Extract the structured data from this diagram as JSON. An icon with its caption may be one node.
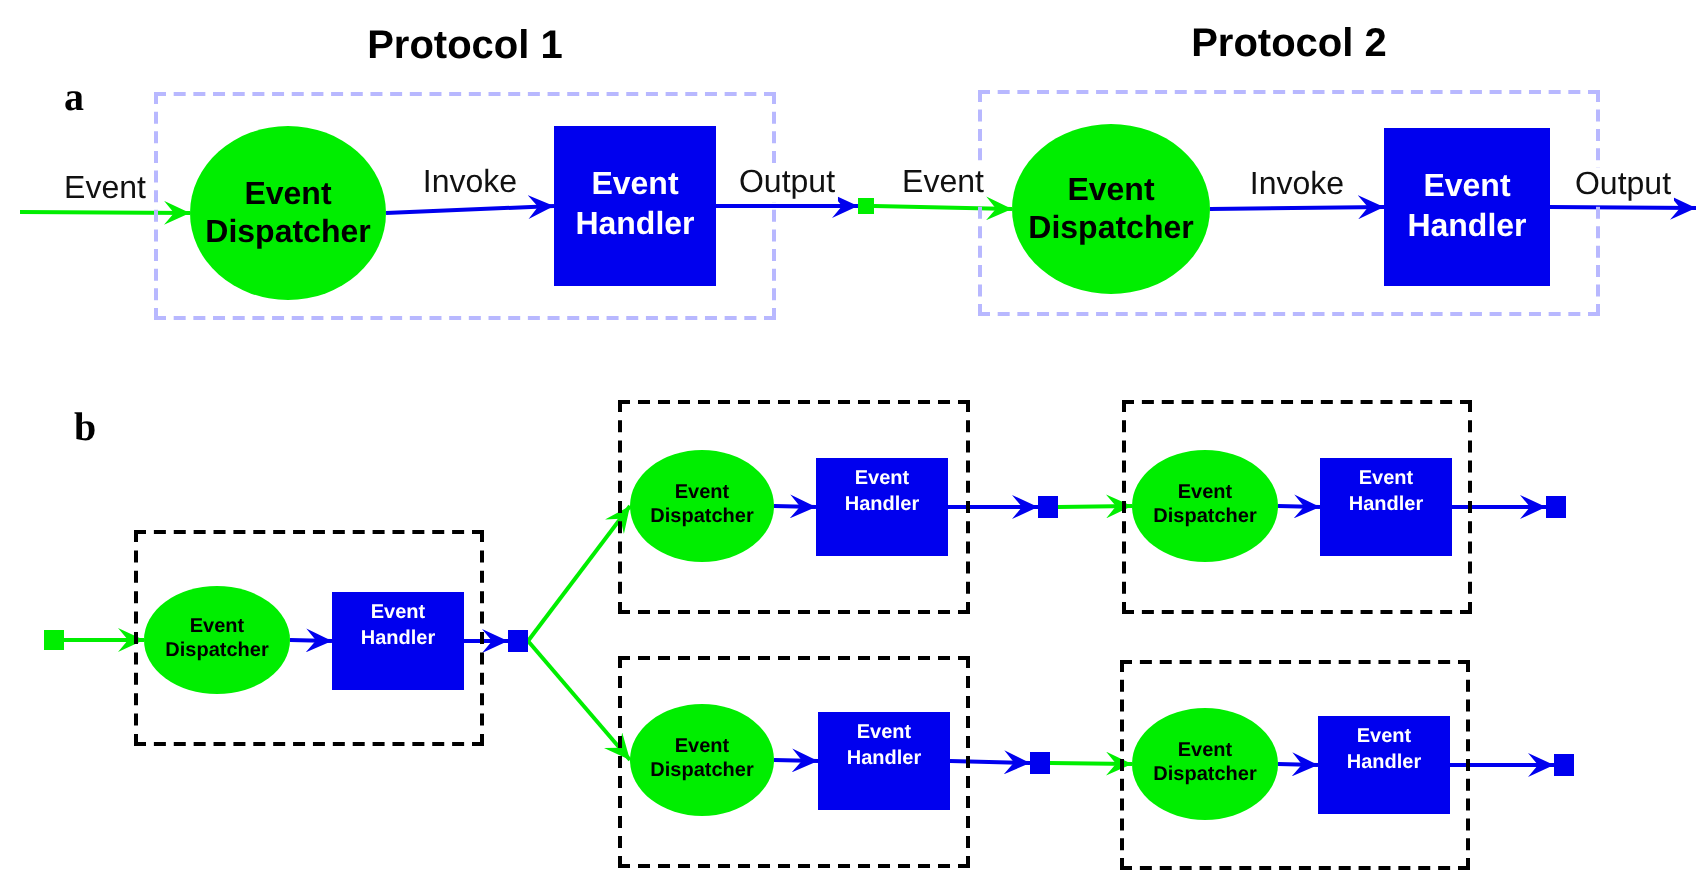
{
  "diagram": {
    "nodes": [
      {
        "text": [
          "Protocol 1"
        ]
      },
      {
        "text": [
          "Event Dispatcher"
        ],
        "in": 0
      },
      {
        "text": [
          "Event Handler"
        ],
        "in": 0
      },
      {
        "text": [],
        "shape": "box"
      },
      {
        "text": [
          "Protocol 2"
        ]
      },
      {
        "text": [
          "Event Dispatcher"
        ],
        "in": 4
      },
      {
        "text": [
          "Event Handler"
        ],
        "in": 4
      },
      {
        "text": [],
        "shape": "box"
      },
      {
        "text": [],
        "shape": "box"
      },
      {
        "text": [
          "Event Dispatcher"
        ],
        "in": 8
      },
      {
        "text": [
          "Event Handler"
        ],
        "in": 8
      },
      {
        "text": [],
        "shape": "box"
      },
      {
        "text": [],
        "shape": "box"
      },
      {
        "text": [
          "Event Dispatcher"
        ],
        "in": 12
      },
      {
        "text": [
          "Event Handler"
        ],
        "in": 12
      },
      {
        "text": [],
        "shape": "box"
      },
      {
        "text": [],
        "shape": "box"
      },
      {
        "text": [
          "Event Dispatcher"
        ],
        "in": 16
      },
      {
        "text": [
          "Event Handler"
        ],
        "in": 16
      },
      {
        "text": [],
        "shape": "box"
      },
      {
        "text": [],
        "shape": "box"
      },
      {
        "text": [
          "Event Dispatcher"
        ],
        "in": 20
      },
      {
        "text": [
          "Event Handler"
        ],
        "in": 20
      },
      {
        "text": [],
        "shape": "box"
      },
      {
        "text": [],
        "shape": "box"
      },
      {
        "text": [
          "Event Dispatcher"
        ],
        "in": 24
      },
      {
        "text": [
          "Event Handler"
        ],
        "in": 24
      },
      {
        "text": [],
        "shape": "box"
      }
    ],
    "edges": [
      {
        "from": null,
        "to": 1,
        "arrow": "to",
        "label": "Event",
        "color": "#00ee00"
      },
      {
        "from": 1,
        "to": 2,
        "arrow": "to",
        "label": "Invoke"
      },
      {
        "from": 2,
        "to": 3,
        "arrow": "to",
        "label": "Output"
      },
      {
        "from": 3,
        "to": 5,
        "arrow": "to",
        "label": "Event",
        "color": "#00ee00"
      },
      {
        "from": 5,
        "to": 6,
        "arrow": "to",
        "label": "Invoke"
      },
      {
        "from": 6,
        "to": null,
        "arrow": "to",
        "label": "Output"
      },
      {
        "from": 7,
        "to": 9,
        "arrow": "to",
        "color": "#00ee00"
      },
      {
        "from": 9,
        "to": 10,
        "arrow": "to"
      },
      {
        "from": 10,
        "to": 11,
        "arrow": "to"
      },
      {
        "from": 11,
        "to": 13,
        "arrow": "to",
        "color": "#00ee00"
      },
      {
        "from": 11,
        "to": 21,
        "arrow": "to",
        "color": "#00ee00"
      },
      {
        "from": 13,
        "to": 14,
        "arrow": "to"
      },
      {
        "from": 14,
        "to": 15,
        "arrow": "to"
      },
      {
        "from": 15,
        "to": 17,
        "arrow": "to",
        "color": "#00ee00"
      },
      {
        "from": 17,
        "to": 18,
        "arrow": "to"
      },
      {
        "from": 18,
        "to": 19,
        "arrow": "to"
      },
      {
        "from": 21,
        "to": 22,
        "arrow": "to"
      },
      {
        "from": 22,
        "to": 23,
        "arrow": "to"
      },
      {
        "from": 23,
        "to": 25,
        "arrow": "to",
        "color": "#00ee00"
      },
      {
        "from": 25,
        "to": 26,
        "arrow": "to"
      },
      {
        "from": 26,
        "to": 27,
        "arrow": "to"
      }
    ],
    "labels": [
      "a",
      "b"
    ]
  }
}
